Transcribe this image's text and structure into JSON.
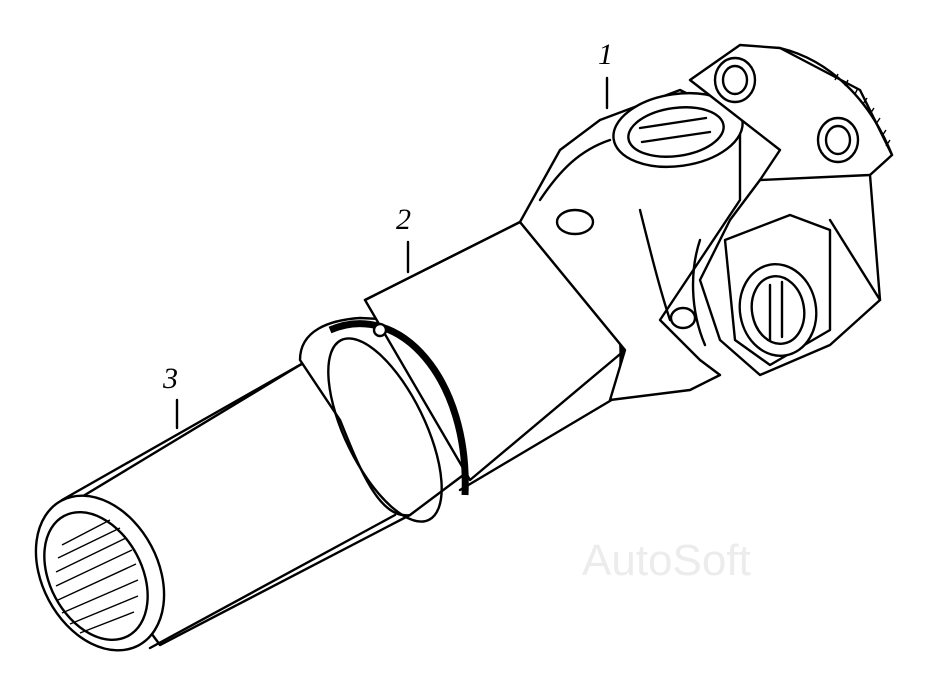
{
  "callouts": [
    {
      "id": "1",
      "label": "1"
    },
    {
      "id": "2",
      "label": "2"
    },
    {
      "id": "3",
      "label": "3"
    }
  ],
  "watermark": "AutoSoft",
  "colors": {
    "line": "#000000",
    "background": "#ffffff",
    "watermark": "#ececec"
  }
}
